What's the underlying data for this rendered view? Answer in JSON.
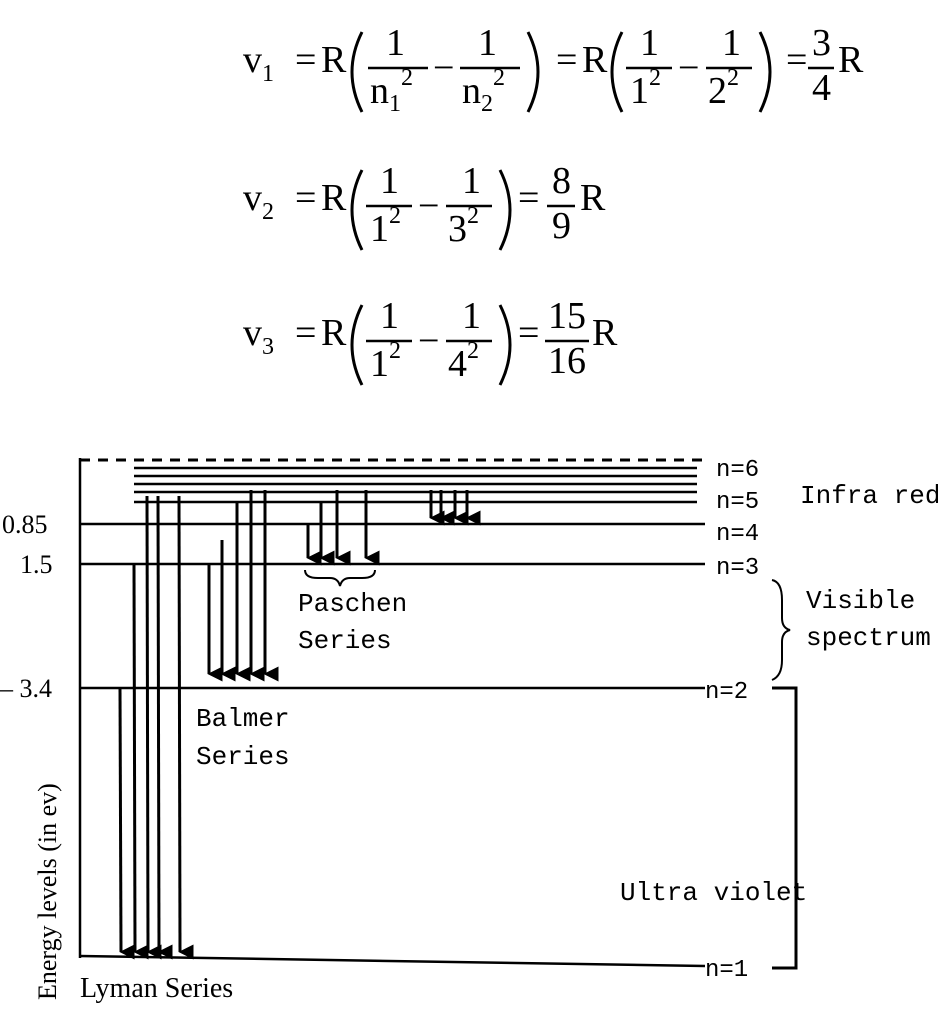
{
  "equations": [
    {
      "lhs_base": "v",
      "lhs_sub": "1",
      "R": "R",
      "terms": [
        {
          "num": "1",
          "den_base": "n",
          "den_sub": "1",
          "den_sup": "2"
        },
        {
          "num": "1",
          "den_base": "n",
          "den_sub": "2",
          "den_sup": "2"
        }
      ],
      "step2": [
        {
          "num": "1",
          "den_base": "1",
          "den_sup": "2"
        },
        {
          "num": "1",
          "den_base": "2",
          "den_sup": "2"
        }
      ],
      "result_num": "3",
      "result_den": "4",
      "result_R": "R"
    },
    {
      "lhs_base": "v",
      "lhs_sub": "2",
      "R": "R",
      "terms": [
        {
          "num": "1",
          "den_base": "1",
          "den_sup": "2"
        },
        {
          "num": "1",
          "den_base": "3",
          "den_sup": "2"
        }
      ],
      "result_num": "8",
      "result_den": "9",
      "result_R": "R"
    },
    {
      "lhs_base": "v",
      "lhs_sub": "3",
      "R": "R",
      "terms": [
        {
          "num": "1",
          "den_base": "1",
          "den_sup": "2"
        },
        {
          "num": "1",
          "den_base": "4",
          "den_sup": "2"
        }
      ],
      "result_num": "15",
      "result_den": "16",
      "result_R": "R"
    }
  ],
  "symbols": {
    "equals": "=",
    "minus": "−"
  },
  "diagram": {
    "y_axis_label": "Energy levels (in ev)",
    "energy_labels": [
      "0.85",
      "1.5",
      "– 3.4"
    ],
    "levels": [
      "n=6",
      "n=5",
      "n=4",
      "n=3",
      "n=2",
      "n=1"
    ],
    "regions": {
      "infra_red": "Infra red",
      "visible_1": "Visible",
      "visible_2": "spectrum",
      "ultra_violet": "Ultra violet"
    },
    "series": {
      "paschen_1": "Paschen",
      "paschen_2": "Series",
      "balmer_1": "Balmer",
      "balmer_2": "Series",
      "lyman": "Lyman Series"
    }
  }
}
